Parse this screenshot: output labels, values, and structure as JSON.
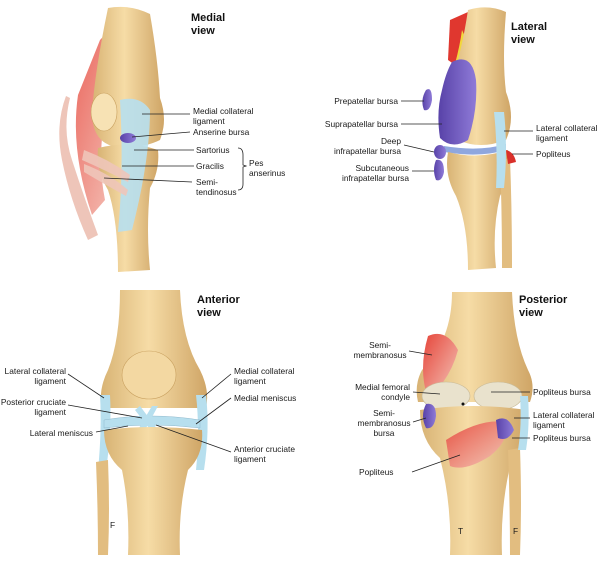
{
  "palette": {
    "bone": "#ebc98a",
    "bone_light": "#f7e2b4",
    "bone_shadow": "#c9a160",
    "ligament": "#b7dfee",
    "muscle": "#d9302a",
    "muscle_pale": "#eec5b9",
    "bursa": "#6d55bb",
    "cartilage": "#e9e2cd",
    "fat": "#f2d73c",
    "line": "#222222"
  },
  "panels": {
    "medial": {
      "title": "Medial\nview",
      "labels": {
        "mcl": "Medial collateral\nligament",
        "anserine_bursa": "Anserine bursa",
        "sartorius": "Sartorius",
        "gracilis": "Gracilis",
        "semitendinosus": "Semi-\ntendinosus",
        "pes_anserinus": "Pes\nanserinus"
      }
    },
    "lateral": {
      "title": "Lateral\nview",
      "labels": {
        "prepatellar_bursa": "Prepatellar bursa",
        "suprapatellar_bursa": "Suprapatellar bursa",
        "deep_infrapatellar_bursa": "Deep\ninfrapatellar bursa",
        "subcutaneous_infrapatellar_bursa": "Subcutaneous\ninfrapatellar bursa",
        "lcl": "Lateral collateral\nligament",
        "popliteus": "Popliteus"
      }
    },
    "anterior": {
      "title": "Anterior\nview",
      "labels": {
        "lcl": "Lateral collateral\nligament",
        "pcl": "Posterior cruciate\nligament",
        "lateral_meniscus": "Lateral meniscus",
        "mcl": "Medial collateral\nligament",
        "medial_meniscus": "Medial meniscus",
        "acl": "Anterior cruciate\nligament",
        "fibula_letter": "F"
      }
    },
    "posterior": {
      "title": "Posterior\nview",
      "labels": {
        "semimembranosus": "Semi-\nmembranosus",
        "medial_femoral_condyle": "Medial femoral\ncondyle",
        "semimembranosus_bursa": "Semi-\nmembranosus\nbursa",
        "popliteus": "Popliteus",
        "popliteus_bursa_top": "Popliteus bursa",
        "lcl": "Lateral collateral\nligament",
        "popliteus_bursa": "Popliteus bursa",
        "tibia_letter": "T",
        "fibula_letter": "F"
      }
    }
  }
}
